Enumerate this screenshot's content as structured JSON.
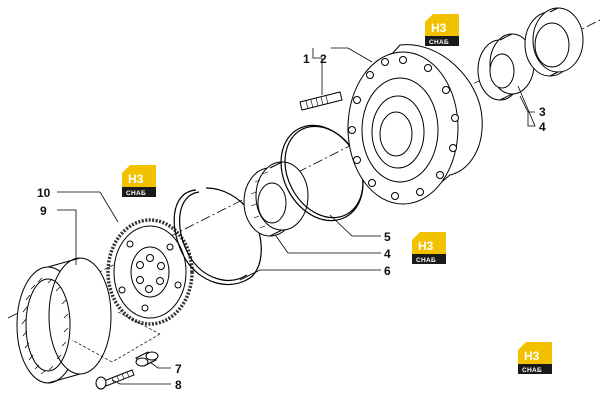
{
  "callouts": {
    "c1": "1",
    "c2": "2",
    "c3": "3",
    "c4a": "4",
    "c4b": "4",
    "c5": "5",
    "c6": "6",
    "c7": "7",
    "c8": "8",
    "c9": "9",
    "c10": "10"
  },
  "watermark": {
    "top_text": "H3",
    "bottom_text": "СНАБ",
    "color_top": "#f2c200",
    "color_bottom": "#1a1a1a"
  },
  "line_color": "#000000"
}
